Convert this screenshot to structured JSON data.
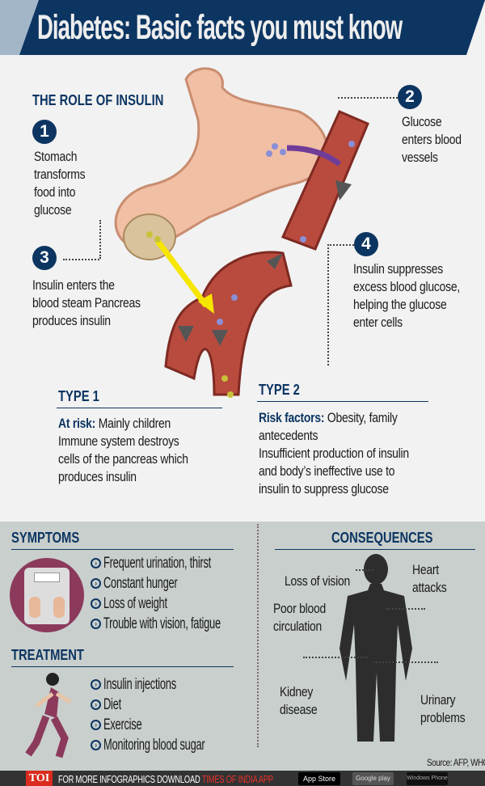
{
  "title": "Diabetes: Basic facts you must know",
  "role": {
    "heading": "THE ROLE OF INSULIN",
    "steps": [
      {
        "num": "1",
        "text": [
          "Stomach",
          "transforms",
          "food into",
          "glucose"
        ]
      },
      {
        "num": "2",
        "text": [
          "Glucose",
          "enters blood",
          "vessels"
        ]
      },
      {
        "num": "3",
        "text": [
          "Insulin enters the",
          "blood steam Pancreas",
          "produces insulin"
        ]
      },
      {
        "num": "4",
        "text": [
          "Insulin suppresses",
          "excess blood glucose,",
          "helping the glucose",
          "enter cells"
        ]
      }
    ]
  },
  "type1": {
    "heading": "TYPE 1",
    "risk_label": "At risk:",
    "risk_text": "Mainly children",
    "lines": [
      "Immune system destroys",
      "cells of the pancreas which",
      "produces insulin"
    ]
  },
  "type2": {
    "heading": "TYPE 2",
    "risk_label": "Risk factors:",
    "risk_text": "Obesity, family",
    "lines": [
      "antecedents",
      "Insufficient production of insulin",
      "and body’s ineffective use to",
      "insulin to suppress glucose"
    ]
  },
  "symptoms": {
    "heading": "SYMPTOMS",
    "items": [
      "Frequent urination, thirst",
      "Constant hunger",
      "Loss of weight",
      "Trouble with vision, fatigue"
    ]
  },
  "treatment": {
    "heading": "TREATMENT",
    "items": [
      "Insulin injections",
      "Diet",
      "Exercise",
      "Monitoring blood sugar"
    ]
  },
  "consequences": {
    "heading": "CONSEQUENCES",
    "labels": {
      "vision": "Loss of vision",
      "heart": [
        "Heart",
        "attacks"
      ],
      "circulation": [
        "Poor blood",
        "circulation"
      ],
      "kidney": [
        "Kidney",
        "disease"
      ],
      "urinary": [
        "Urinary",
        "problems"
      ]
    }
  },
  "source": "Source: AFP, WHO",
  "footer": {
    "logo": "TOI",
    "text": "FOR MORE  INFOGRAPHICS DOWNLOAD",
    "app": "TIMES OF INDIA  APP",
    "app_store": "App Store",
    "google_play": "Google play",
    "windows": "Windows Phone"
  },
  "colors": {
    "navy": "#0c3562",
    "accent_red": "#e8322a",
    "bottom_bg": "#c9cfcc",
    "footer_bg": "#333333"
  }
}
